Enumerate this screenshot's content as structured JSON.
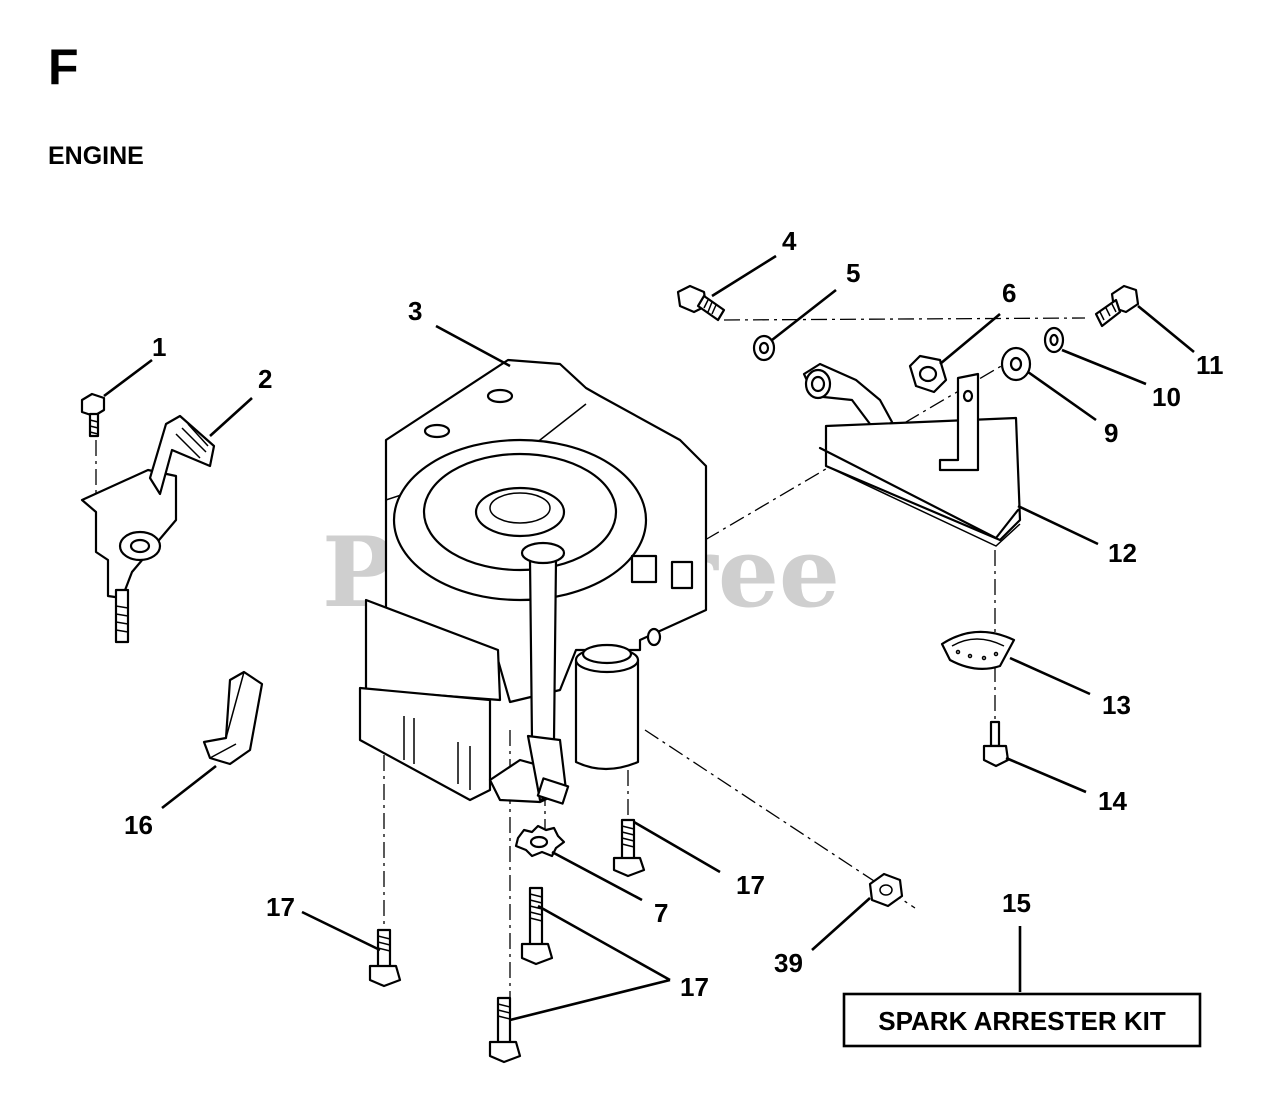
{
  "header": {
    "section_letter": "F",
    "section_title": "ENGINE"
  },
  "watermark": "PartsTree",
  "callouts": {
    "c1": "1",
    "c2": "2",
    "c3": "3",
    "c4": "4",
    "c5": "5",
    "c6": "6",
    "c7": "7",
    "c9": "9",
    "c10": "10",
    "c11": "11",
    "c12": "12",
    "c13": "13",
    "c14": "14",
    "c15": "15",
    "c16": "16",
    "c17a": "17",
    "c17b": "17",
    "c17c": "17",
    "c39": "39"
  },
  "kit": {
    "label": "SPARK ARRESTER KIT"
  },
  "colors": {
    "ink": "#000000",
    "background": "#ffffff",
    "watermark": "#cfcfcf"
  }
}
